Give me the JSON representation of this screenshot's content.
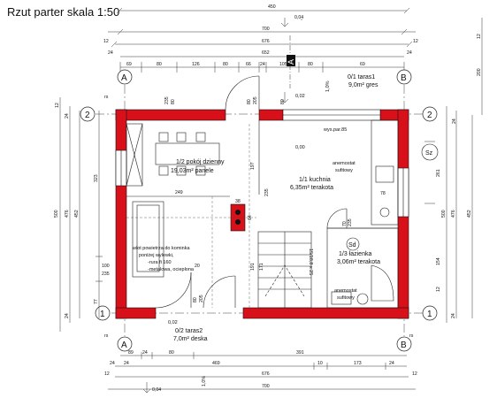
{
  "title": "Rzut parter skala 1:50",
  "top_dims": {
    "total": "450",
    "d1": "0,04",
    "d2": "700",
    "d3": "676",
    "d4": "652",
    "d5": "12",
    "d6": "24",
    "d7": "12",
    "d8": "24",
    "row": [
      "69",
      "80",
      "126",
      "80",
      "66",
      "24",
      "105",
      "80",
      "69"
    ]
  },
  "bottom_dims": {
    "row1": [
      "89",
      "24",
      "80",
      "391"
    ],
    "row2": [
      "24",
      "469",
      "10",
      "173",
      "24"
    ],
    "d676": "676",
    "d700": "700",
    "d04": "0,04",
    "d12a": "12",
    "d12b": "12",
    "d24": "24",
    "slope": "1,0%"
  },
  "left_dims": {
    "outer": "500",
    "mid": "476",
    "inner": "452",
    "top12": "12",
    "top24": "24",
    "d323": "323",
    "d100": "100",
    "d235": "235",
    "d77": "77",
    "bot24": "24",
    "rs1": "rs",
    "rs2": "rs"
  },
  "right_dims": {
    "outer": "500",
    "mid": "476",
    "inner": "452",
    "top12": "12",
    "top24": "24",
    "d200": "200",
    "d261": "261",
    "d154": "154",
    "d12": "12",
    "bot24": "24",
    "rs": "rs"
  },
  "axes": {
    "A": "A",
    "B": "B",
    "n1": "1",
    "n2": "2",
    "cut": "A"
  },
  "rooms": {
    "terrace1": {
      "code": "0/1  taras1",
      "area": "9,0m² gres"
    },
    "living": {
      "code": "1/2    pokój dzienny",
      "area": "19,03m² panele"
    },
    "kitchen": {
      "code": "1/1  kuchnia",
      "area": "6,35m² terakota"
    },
    "bathroom": {
      "code": "1/3  łazienka",
      "area": "3,06m² terakota"
    },
    "terrace2": {
      "code": "0/2  taras2",
      "area": "7,0m² deska"
    }
  },
  "labels": {
    "wys_par": "wys.par.85",
    "level_kitchen": "0,00",
    "level_terrace1": "0,02",
    "level_terrace2": "0,02",
    "slope_top": "1,0%",
    "anemostat1": "anemostat",
    "anemostat1b": "sufitowy",
    "anemostat2": "anemostat",
    "anemostat2b": "sufitowy",
    "sz": "Sz",
    "sd": "Sd",
    "stairs_note": "15/18,8 x 25",
    "chimney_note": [
      "wlot powietrza do kominka",
      "poniżej wylewki,",
      "-rura fi 160",
      "-metalowa, ocieplona"
    ],
    "d249": "249",
    "d38": "38",
    "d64": "64",
    "d197": "197",
    "d235": "235",
    "d191": "191",
    "d171": "171",
    "d80_205": "80",
    "d205": "205",
    "d70": "70",
    "d78": "78",
    "d235b": "235",
    "d80b": "80",
    "d80c": "80",
    "d205c": "205",
    "d20": "20",
    "d235c": "235",
    "d80d": "80"
  }
}
